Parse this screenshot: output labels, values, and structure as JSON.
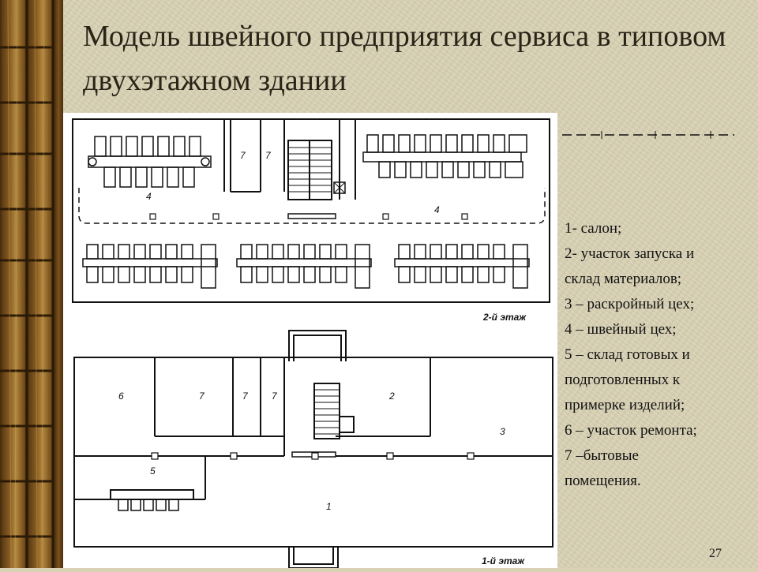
{
  "slide": {
    "title": "Модель швейного предприятия сервиса в типовом двухэтажном здании",
    "page_number": "27"
  },
  "plan": {
    "second_floor_label": "2-й этаж",
    "first_floor_label": "1-й этаж",
    "room_numbers": {
      "r4a": "4",
      "r4b": "4",
      "r7a": "7",
      "r7b": "7",
      "r6": "6",
      "r7c": "7",
      "r7d": "7",
      "r7e": "7",
      "r2": "2",
      "r3": "3",
      "r5": "5",
      "r1": "1"
    }
  },
  "legend": {
    "items": [
      "1- салон;",
      "2- участок запуска и",
      "склад материалов;",
      "3 – раскройный цех;",
      "4 – швейный цех;",
      "5 – склад готовых и",
      "подготовленных к",
      "примерке изделий;",
      "6 – участок ремонта;",
      "7 –бытовые",
      "помещения."
    ]
  }
}
